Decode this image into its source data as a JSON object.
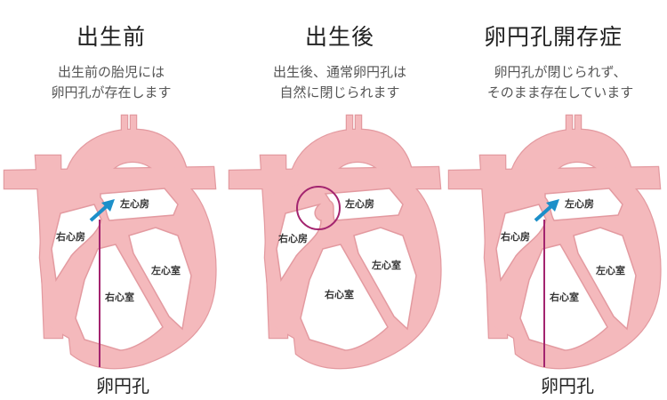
{
  "panels": [
    {
      "title": "出生前",
      "subtitle": [
        "出生前の胎児には",
        "卵円孔が存在します"
      ],
      "state": "open-foramen"
    },
    {
      "title": "出生後",
      "subtitle": [
        "出生後、通常卵円孔は",
        "自然に閉じられます"
      ],
      "state": "closed-foramen"
    },
    {
      "title": "卵円孔開存症",
      "subtitle": [
        "卵円孔が閉じられず、",
        "そのまま存在しています"
      ],
      "state": "patent-foramen"
    }
  ],
  "chambers": {
    "la": "左心房",
    "ra": "右心房",
    "lv": "左心室",
    "rv": "右心室"
  },
  "foramen_label": "卵円孔",
  "colors": {
    "heart": "#f4b9bc",
    "outline": "#e39aa0",
    "marker": "#a3246f",
    "arrow": "#1c8fc9"
  }
}
